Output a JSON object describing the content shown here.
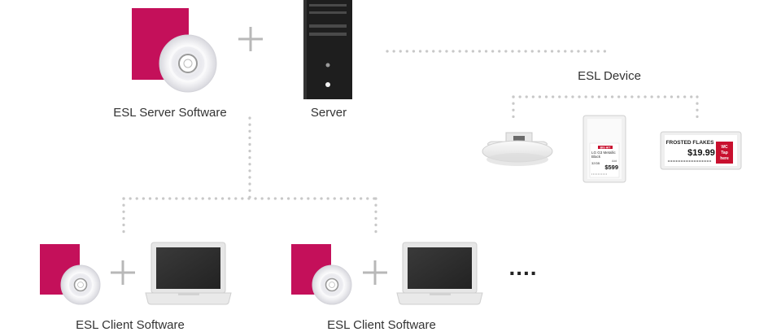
{
  "diagram": {
    "server_software_label": "ESL Server Software",
    "server_label": "Server",
    "esl_device_label": "ESL Device",
    "client_software_label_1": "ESL Client Software",
    "client_software_label_2": "ESL Client Software",
    "continuation": "....",
    "plus_sign": "+",
    "label_small": {
      "top": "BIG HIT",
      "line1": "LG G3 Metallic",
      "line2": "Black",
      "storage": "32GB",
      "price": "$599",
      "small": "Add"
    },
    "label_wide": {
      "product": "FROSTED FLAKES",
      "price": "$19.99",
      "promo_1": "WC",
      "promo_2": "Tap",
      "promo_3": "here"
    }
  },
  "colors": {
    "software_box": "#c4105a",
    "server_tower": "#1e1e1e",
    "dotted_line": "#c8c8c8",
    "plus": "#b8b8b8",
    "laptop_body": "#e6e6e6",
    "laptop_screen": "#2c2c2c",
    "tag_red": "#c8102e"
  },
  "icons": {
    "server_software": "cd-with-box-icon",
    "server": "server-tower-icon",
    "access_point": "access-point-icon",
    "client_software": "cd-with-box-icon",
    "client_pc": "laptop-icon"
  }
}
